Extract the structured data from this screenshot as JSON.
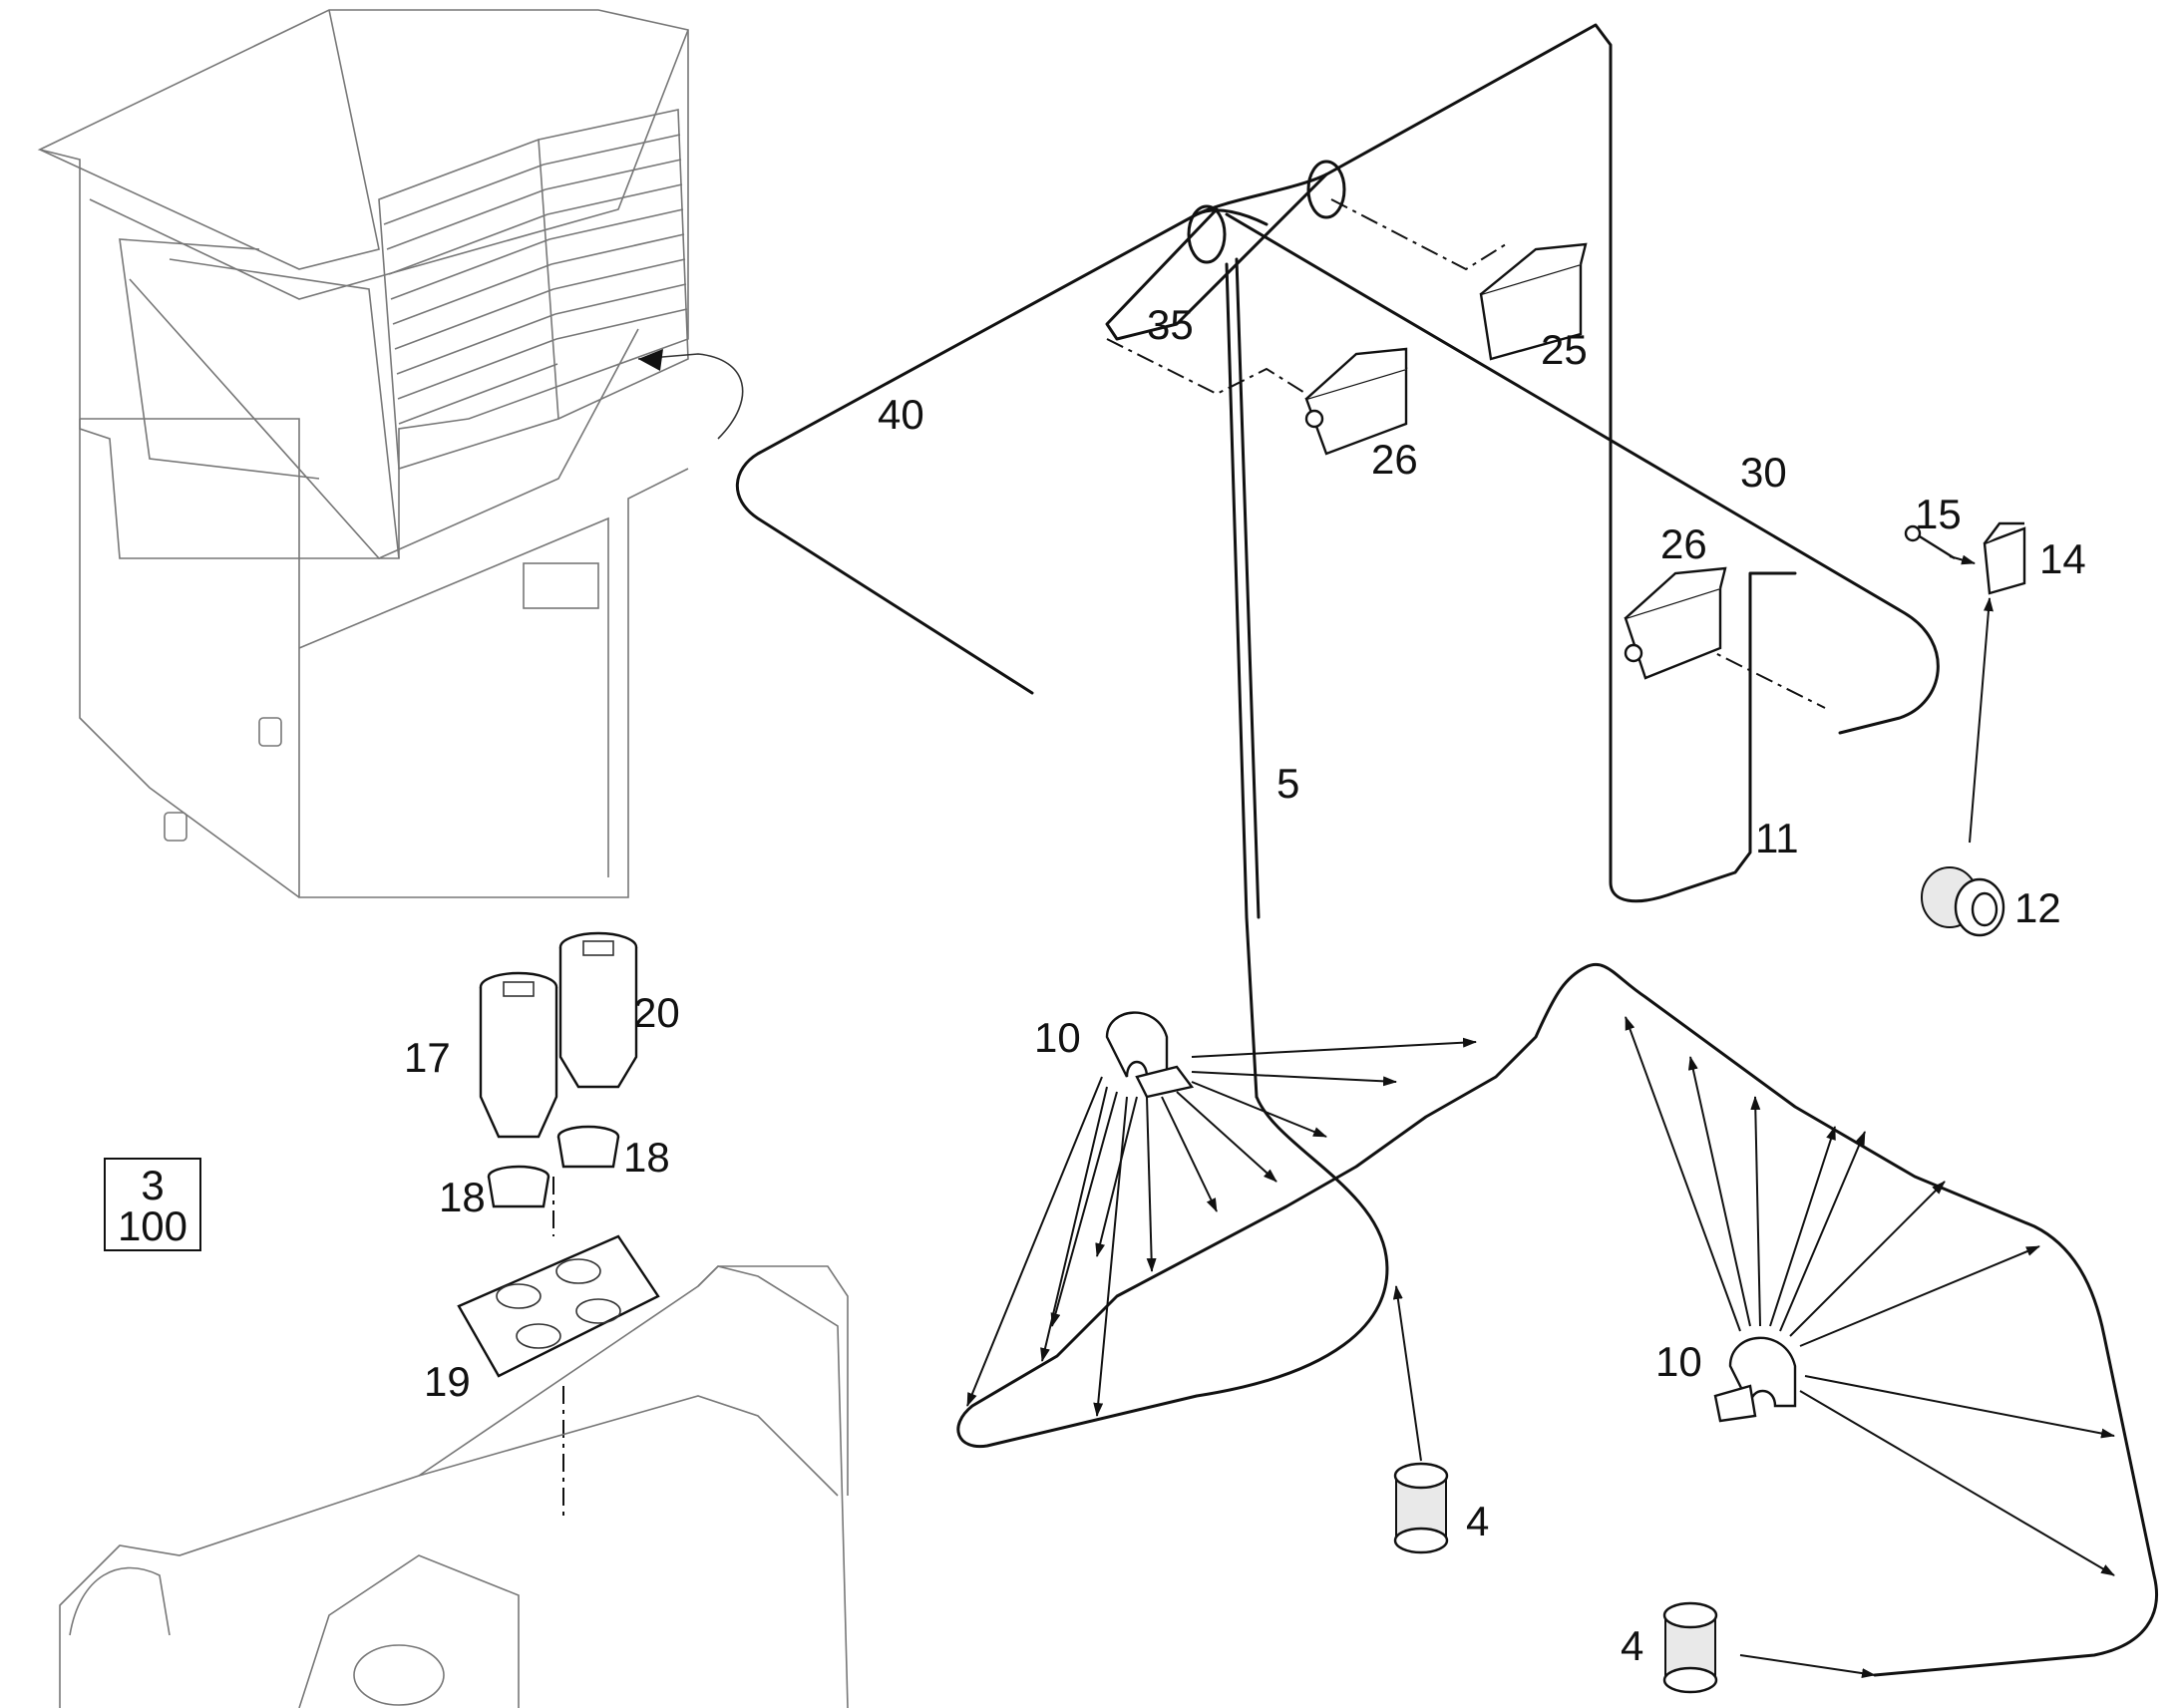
{
  "callouts": [
    {
      "id": "c40",
      "text": "40"
    },
    {
      "id": "c35",
      "text": "35"
    },
    {
      "id": "c25",
      "text": "25"
    },
    {
      "id": "c26a",
      "text": "26"
    },
    {
      "id": "c30",
      "text": "30"
    },
    {
      "id": "c26b",
      "text": "26"
    },
    {
      "id": "c15",
      "text": "15"
    },
    {
      "id": "c14",
      "text": "14"
    },
    {
      "id": "c5",
      "text": "5"
    },
    {
      "id": "c11",
      "text": "11"
    },
    {
      "id": "c12",
      "text": "12"
    },
    {
      "id": "c20",
      "text": "20"
    },
    {
      "id": "c17",
      "text": "17"
    },
    {
      "id": "c18a",
      "text": "18"
    },
    {
      "id": "c18b",
      "text": "18"
    },
    {
      "id": "c19",
      "text": "19"
    },
    {
      "id": "c10a",
      "text": "10"
    },
    {
      "id": "c10b",
      "text": "10"
    },
    {
      "id": "c4a",
      "text": "4"
    },
    {
      "id": "c4b",
      "text": "4"
    }
  ],
  "reference_box": {
    "line1": "3",
    "line2": "100"
  }
}
